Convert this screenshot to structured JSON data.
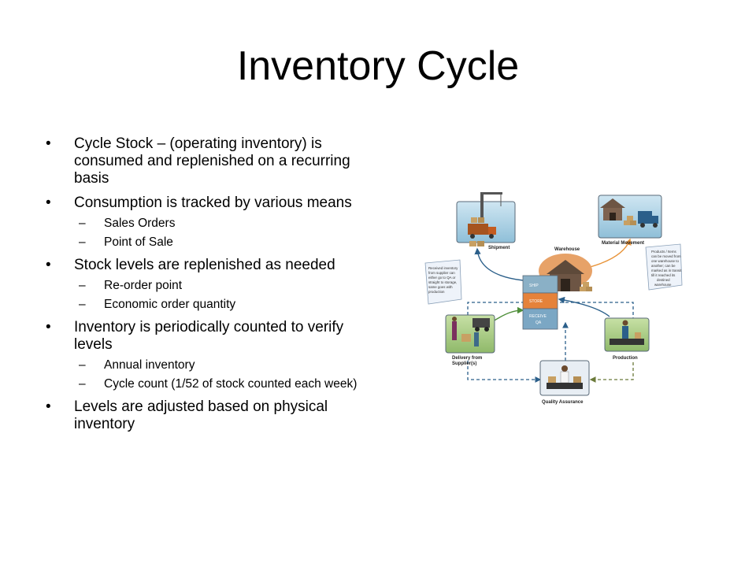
{
  "slide": {
    "title": "Inventory Cycle",
    "bullets": [
      {
        "level": 1,
        "text": "Cycle Stock – (operating inventory) is consumed and replenished on a recurring basis"
      },
      {
        "level": 1,
        "text": "Consumption is tracked by various means"
      },
      {
        "level": 2,
        "text": "Sales Orders"
      },
      {
        "level": 2,
        "text": "Point of Sale"
      },
      {
        "level": 1,
        "text": "Stock levels are replenished as needed"
      },
      {
        "level": 2,
        "text": "Re-order point"
      },
      {
        "level": 2,
        "text": "Economic order quantity"
      },
      {
        "level": 1,
        "text": "Inventory is periodically counted to verify levels"
      },
      {
        "level": 2,
        "text": "Annual inventory"
      },
      {
        "level": 2,
        "text": "Cycle count (1/52 of stock counted each week)"
      },
      {
        "level": 1,
        "text": "Levels are adjusted based on physical inventory"
      }
    ]
  },
  "diagram": {
    "labels": {
      "shipment": "Shipment",
      "warehouse": "Warehouse",
      "material_movement": "Material Movement",
      "delivery_line1": "Delivery from",
      "delivery_line2": "Supplier(s)",
      "production": "Production",
      "quality_assurance": "Quality Assurance"
    },
    "stack": {
      "ship": "SHIP",
      "store": "STORE",
      "receive_line1": "RECEIVE",
      "receive_line2": "QA"
    },
    "note_left": [
      "Received inventory",
      "from supplier can",
      "either go to QA or",
      "straight to storage,",
      "same goes with",
      "production"
    ],
    "note_right": [
      "Products / Items",
      "can be moved from",
      "one warehouse to",
      "another; can be",
      "marked as in transit",
      "till it reached its",
      "destined",
      "warehouse"
    ],
    "colors": {
      "panel_border": "#5a6a78",
      "ship_box": "#8ab0c6",
      "store_box": "#e5823a",
      "receive_box": "#7ba7c4",
      "arrow_blue": "#2b5f8a",
      "arrow_orange": "#e8943a",
      "arrow_olive": "#6b7a3a",
      "arrow_green": "#4f8f3a"
    }
  }
}
